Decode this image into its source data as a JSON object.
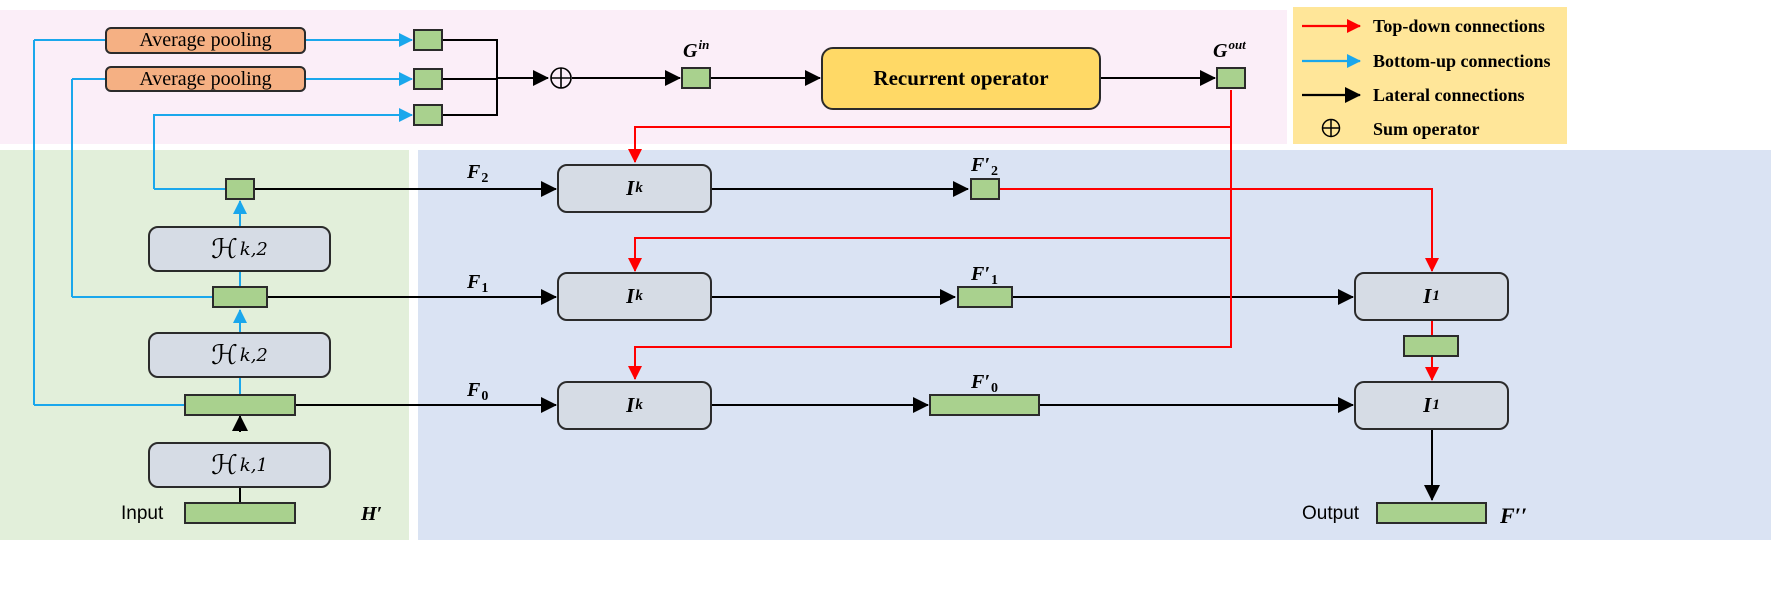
{
  "colors": {
    "topdown": "#ff0000",
    "bottomup": "#1aa7ec",
    "lateral": "#000000",
    "pink_region": "#fbeef8",
    "green_region": "#e2efda",
    "blue_region": "#dae3f3",
    "legend_bg": "#ffe699",
    "pool_fill": "#f5b083",
    "recurrent_fill": "#ffd966",
    "module_fill": "#d6dce5",
    "feature_fill": "#a9d18e"
  },
  "pooling": {
    "label_1": "Average pooling",
    "label_2": "Average pooling"
  },
  "recurrent": {
    "label": "Recurrent operator"
  },
  "gin": {
    "main": "G",
    "sup": "in"
  },
  "gout": {
    "main": "G",
    "sup": "out"
  },
  "sum_symbol": "⊕",
  "backbone": {
    "h_main": "ℋ",
    "h_top_sub": "k,2",
    "h_mid_sub": "k,2",
    "h_bot_sub": "k,1",
    "input_label": "Input",
    "h_prime": "H′"
  },
  "features": {
    "f2": {
      "main": "F",
      "sub": "2"
    },
    "f1": {
      "main": "F",
      "sub": "1"
    },
    "f0": {
      "main": "F",
      "sub": "0"
    },
    "f2p": {
      "main": "F′",
      "sub": "2"
    },
    "f1p": {
      "main": "F′",
      "sub": "1"
    },
    "f0p": {
      "main": "F′",
      "sub": "0"
    }
  },
  "modules": {
    "ik_main": "I",
    "ik_sub": "k",
    "i1_main": "I",
    "i1_sub": "1"
  },
  "output": {
    "label": "Output",
    "symbol": "F′′"
  },
  "legend": {
    "topdown": "Top-down connections",
    "bottomup": "Bottom-up connections",
    "lateral": "Lateral connections",
    "sum": "Sum operator"
  }
}
